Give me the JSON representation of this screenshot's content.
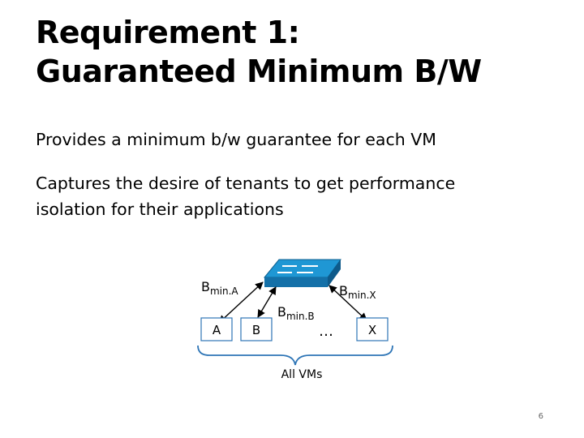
{
  "slide": {
    "title_line1": "Requirement 1:",
    "title_line2": "Guaranteed Minimum B/W",
    "bullets": [
      {
        "line1": "Provides a minimum b/w guarantee for each VM",
        "line2": ""
      },
      {
        "line1": "Captures the desire of tenants to get performance",
        "line2": "isolation for their applications"
      }
    ],
    "slide_number": "6"
  },
  "diagram": {
    "vms": [
      "A",
      "B",
      "X"
    ],
    "ellipsis": "…",
    "links": [
      {
        "base": "B",
        "sub": "min.A"
      },
      {
        "base": "B",
        "sub": "min.B"
      },
      {
        "base": "B",
        "sub": "min.X"
      }
    ],
    "brace_label": "All VMs",
    "colors": {
      "switch_top": "#1f97d4",
      "switch_side": "#1470a8",
      "vm_border": "#2e75b6",
      "brace": "#2e75b6",
      "arrow": "#000000"
    },
    "icons": {
      "switch": "network-switch-icon"
    }
  }
}
